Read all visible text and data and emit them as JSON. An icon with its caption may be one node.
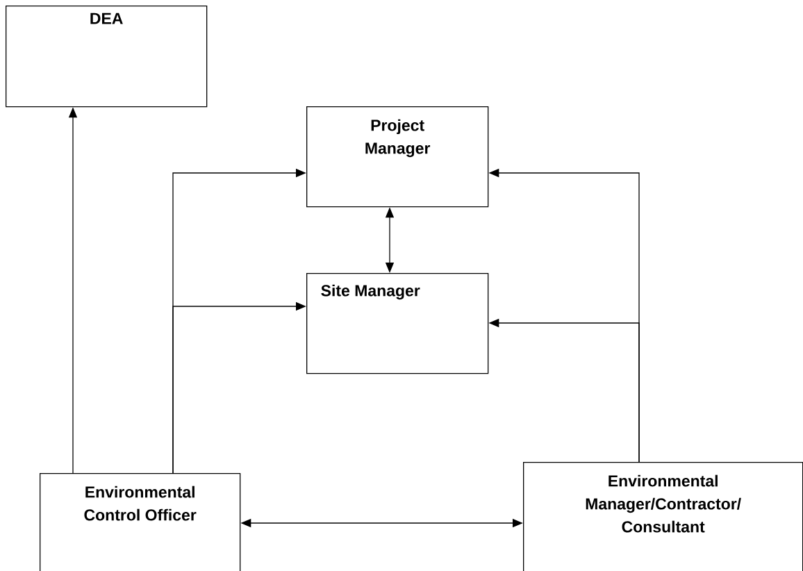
{
  "diagram": {
    "nodes": [
      {
        "text": [
          "DEA"
        ]
      },
      {
        "text": [
          "Project Manager"
        ]
      },
      {
        "text": [
          "Site Manager"
        ]
      },
      {
        "text": [
          "Environmental Control Officer"
        ]
      },
      {
        "text": [
          "Environmental Manager/Contractor/ Consultant"
        ]
      }
    ],
    "edges": [
      {
        "from": 3,
        "to": 0,
        "arrow": "to"
      },
      {
        "from": 3,
        "to": 1,
        "arrow": "to"
      },
      {
        "from": 3,
        "to": 2,
        "arrow": "to"
      },
      {
        "from": 1,
        "to": 2,
        "arrow": "both"
      },
      {
        "from": 4,
        "to": 1,
        "arrow": "to"
      },
      {
        "from": 4,
        "to": 2,
        "arrow": "to"
      },
      {
        "from": 3,
        "to": 4,
        "arrow": "both"
      }
    ]
  }
}
